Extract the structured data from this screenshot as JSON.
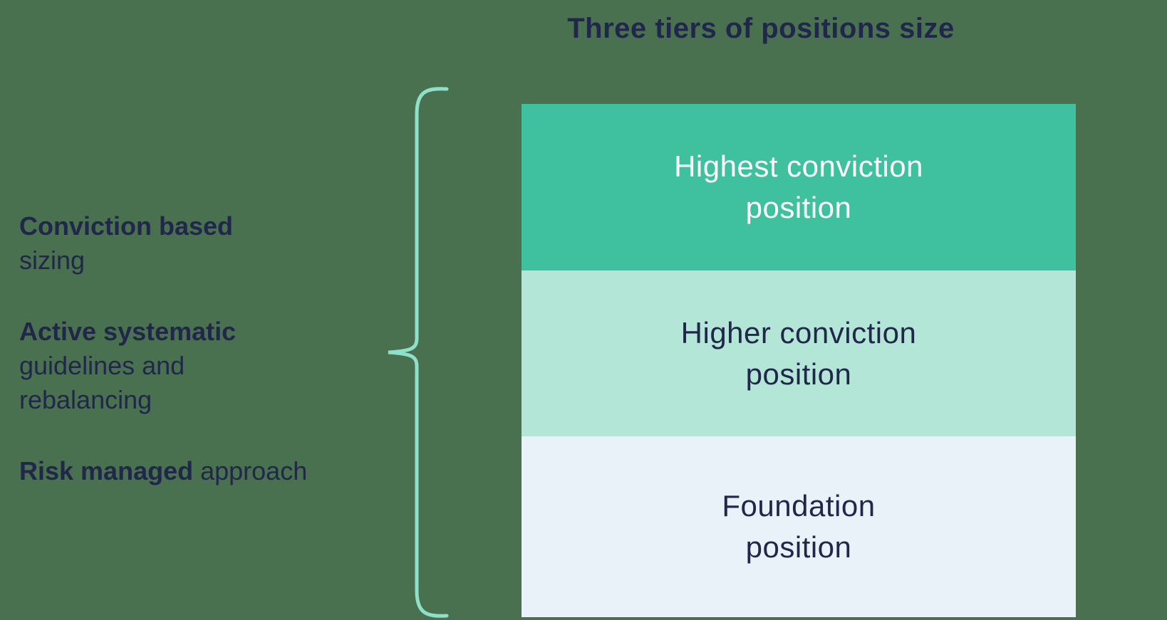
{
  "title": "Three tiers of positions size",
  "left_notes": {
    "note1_bold": "Conviction based",
    "note1_rest": "sizing",
    "note2_bold": "Active systematic",
    "note2_rest_line1": "guidelines and",
    "note2_rest_line2": "rebalancing",
    "note3_bold": "Risk managed",
    "note3_rest": " approach"
  },
  "tiers": {
    "boxes": [
      {
        "id": "highest-conviction",
        "line1": "Highest conviction",
        "line2": "position",
        "bg": "#3fc1a0",
        "text_color": "#ffffff"
      },
      {
        "id": "higher-conviction",
        "line1": "Higher conviction",
        "line2": "position",
        "bg": "#b3e6d6",
        "text_color": "#21264b"
      },
      {
        "id": "foundation",
        "line1": "Foundation",
        "line2": "position",
        "bg": "#eaf2f9",
        "text_color": "#21264b"
      }
    ]
  },
  "colors": {
    "background": "#4a714f",
    "text_navy": "#21264b",
    "brace": "#8ee0c9",
    "tier_top": "#3fc1a0",
    "tier_middle": "#b3e6d6",
    "tier_bottom": "#eaf2f9"
  }
}
